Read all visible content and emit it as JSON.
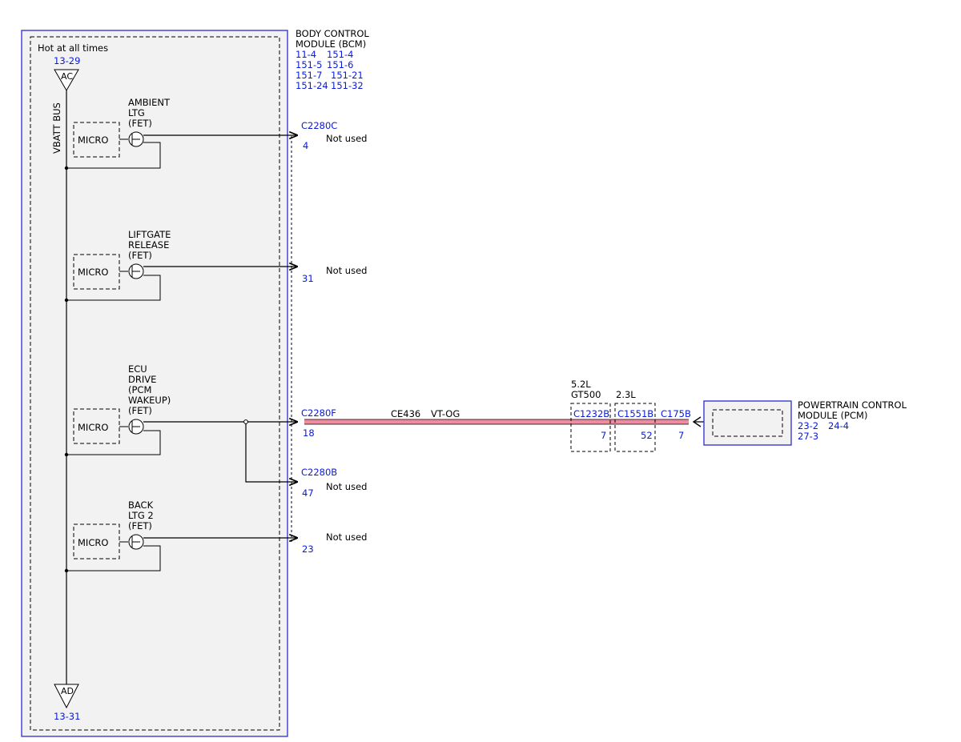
{
  "colors": {
    "module_border": "#2a2ad4",
    "fill_gray": "#f2f2f2",
    "wire_pink": "#f08ca0",
    "ref_blue": "#0a1ad8"
  },
  "bcm": {
    "title_line1": "BODY CONTROL",
    "title_line2": "MODULE (BCM)",
    "refs": [
      "11-4",
      "151-4",
      "151-5",
      "151-6",
      "151-7",
      "151-21",
      "151-24",
      "151-32"
    ],
    "hot_label": "Hot at all times",
    "ac_ref": "13-29",
    "ac_label": "AC",
    "ad_label": "AD",
    "ad_ref": "13-31",
    "bus_label": "VBATT BUS",
    "micro_label": "MICRO"
  },
  "channels": [
    {
      "line1": "AMBIENT",
      "line2": "LTG",
      "line3": "(FET)",
      "line4": "",
      "line5": "",
      "connector": "C2280C",
      "pin": "4",
      "status": "Not used"
    },
    {
      "line1": "LIFTGATE",
      "line2": "RELEASE",
      "line3": "(FET)",
      "line4": "",
      "line5": "",
      "connector": "",
      "pin": "31",
      "status": "Not used"
    },
    {
      "line1": "ECU",
      "line2": "DRIVE",
      "line3": "(PCM",
      "line4": "WAKEUP)",
      "line5": "(FET)",
      "connector": "C2280F",
      "pin": "18",
      "status": ""
    },
    {
      "line1": "BACK",
      "line2": "LTG 2",
      "line3": "(FET)",
      "line4": "",
      "line5": "",
      "connector": "",
      "pin": "23",
      "status": "Not used"
    }
  ],
  "branch": {
    "connector": "C2280B",
    "pin": "47",
    "status": "Not used"
  },
  "wire": {
    "circuit": "CE436",
    "color_code": "VT-OG"
  },
  "inline_connectors": [
    {
      "variant_line1": "5.2L",
      "variant_line2": "GT500",
      "name": "C1232B",
      "pin": "7"
    },
    {
      "variant_line1": "2.3L",
      "variant_line2": "",
      "name": "C1551B",
      "pin": "52"
    }
  ],
  "pcm": {
    "connector": "C175B",
    "pin": "7",
    "title_line1": "POWERTRAIN CONTROL",
    "title_line2": "MODULE (PCM)",
    "refs": [
      "23-2",
      "24-4",
      "27-3"
    ]
  }
}
